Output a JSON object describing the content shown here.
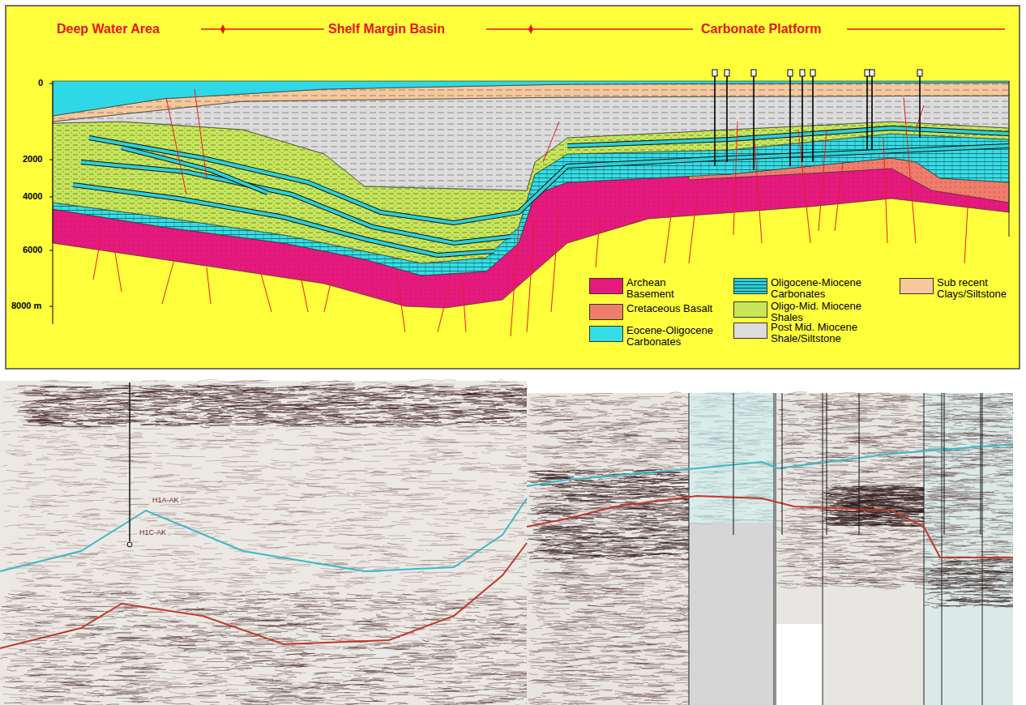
{
  "diagram": {
    "labels": [
      "Deep Water Area",
      "Shelf Margin Basin",
      "Carbonate Platform",
      "0",
      "2000",
      "4000",
      "6000",
      "8000 m",
      "H1A-AK",
      "H1C-AK"
    ],
    "legend": [
      {
        "text": "Archean Basement",
        "color": "#e6197f"
      },
      {
        "text": "Cretaceous Basalt",
        "color": "#f07c6c"
      },
      {
        "text": "Eocene-Oligocene Carbonates",
        "color": "#35dde6"
      },
      {
        "text": "Oligocene-Miocene Carbonates",
        "color": "#2fcfd6"
      },
      {
        "text": "Oligo-Mid. Miocene Shales",
        "color": "#c8e65a"
      },
      {
        "text": "Post Mid. Miocene Shale/Siltstone",
        "color": "#dcdcdc"
      },
      {
        "text": "Sub recent Clays/Siltstone",
        "color": "#f6c89c"
      }
    ]
  }
}
